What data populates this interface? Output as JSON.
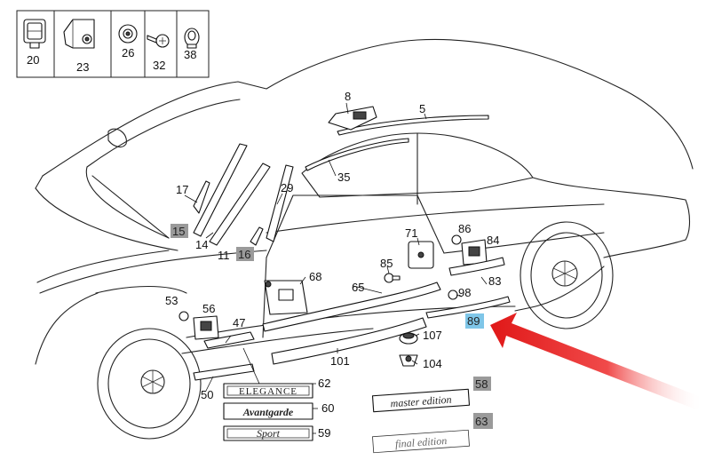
{
  "legend_parts": [
    {
      "num": "20"
    },
    {
      "num": "23"
    },
    {
      "num": "26"
    },
    {
      "num": "32"
    },
    {
      "num": "38"
    }
  ],
  "callouts": {
    "c5": "5",
    "c8": "8",
    "c11": "11",
    "c14": "14",
    "c15": "15",
    "c16": "16",
    "c17": "17",
    "c29": "29",
    "c35": "35",
    "c47": "47",
    "c50": "50",
    "c53": "53",
    "c56": "56",
    "c58": "58",
    "c59": "59",
    "c60": "60",
    "c62": "62",
    "c63": "63",
    "c65": "65",
    "c68": "68",
    "c71": "71",
    "c83": "83",
    "c84": "84",
    "c85": "85",
    "c86": "86",
    "c89": "89",
    "c98": "98",
    "c101": "101",
    "c104": "104",
    "c107": "107"
  },
  "badges": {
    "elegance": "ELEGANCE",
    "avantgarde": "Avantgarde",
    "sport": "Sport",
    "master_edition": "master edition",
    "final_edition": "final edition"
  },
  "colors": {
    "gray_label_box": "#9a9a9a",
    "selected_label_box": "#7fc6e8",
    "arrow": "#e01818"
  }
}
